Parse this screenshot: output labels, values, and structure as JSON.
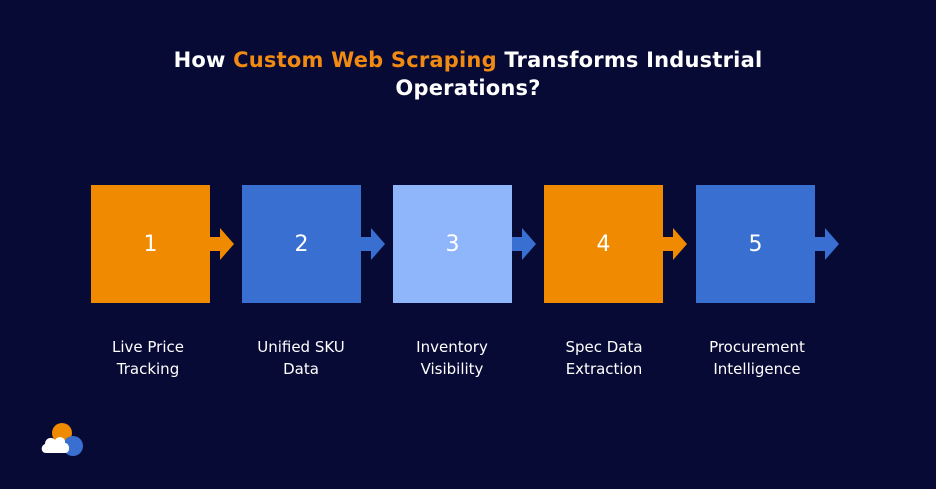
{
  "title": {
    "part1": "How ",
    "highlight": "Custom Web Scraping",
    "part2": " Transforms Industrial",
    "line2": "Operations?"
  },
  "steps": [
    {
      "number": "1",
      "label_line1": "Live Price",
      "label_line2": "Tracking",
      "color": "#f08a00"
    },
    {
      "number": "2",
      "label_line1": "Unified SKU",
      "label_line2": "Data",
      "color": "#3a6fd2"
    },
    {
      "number": "3",
      "label_line1": "Inventory",
      "label_line2": "Visibility",
      "color": "#8fb5fb"
    },
    {
      "number": "4",
      "label_line1": "Spec Data",
      "label_line2": "Extraction",
      "color": "#f08a00"
    },
    {
      "number": "5",
      "label_line1": "Procurement",
      "label_line2": "Intelligence",
      "color": "#3a6fd2"
    }
  ],
  "colors": {
    "background": "#070a35",
    "accent_orange": "#f08a13",
    "blue": "#3a6fd2",
    "light_blue": "#8fb5fb"
  },
  "logo": {
    "icon": "cloud-logo-icon"
  }
}
